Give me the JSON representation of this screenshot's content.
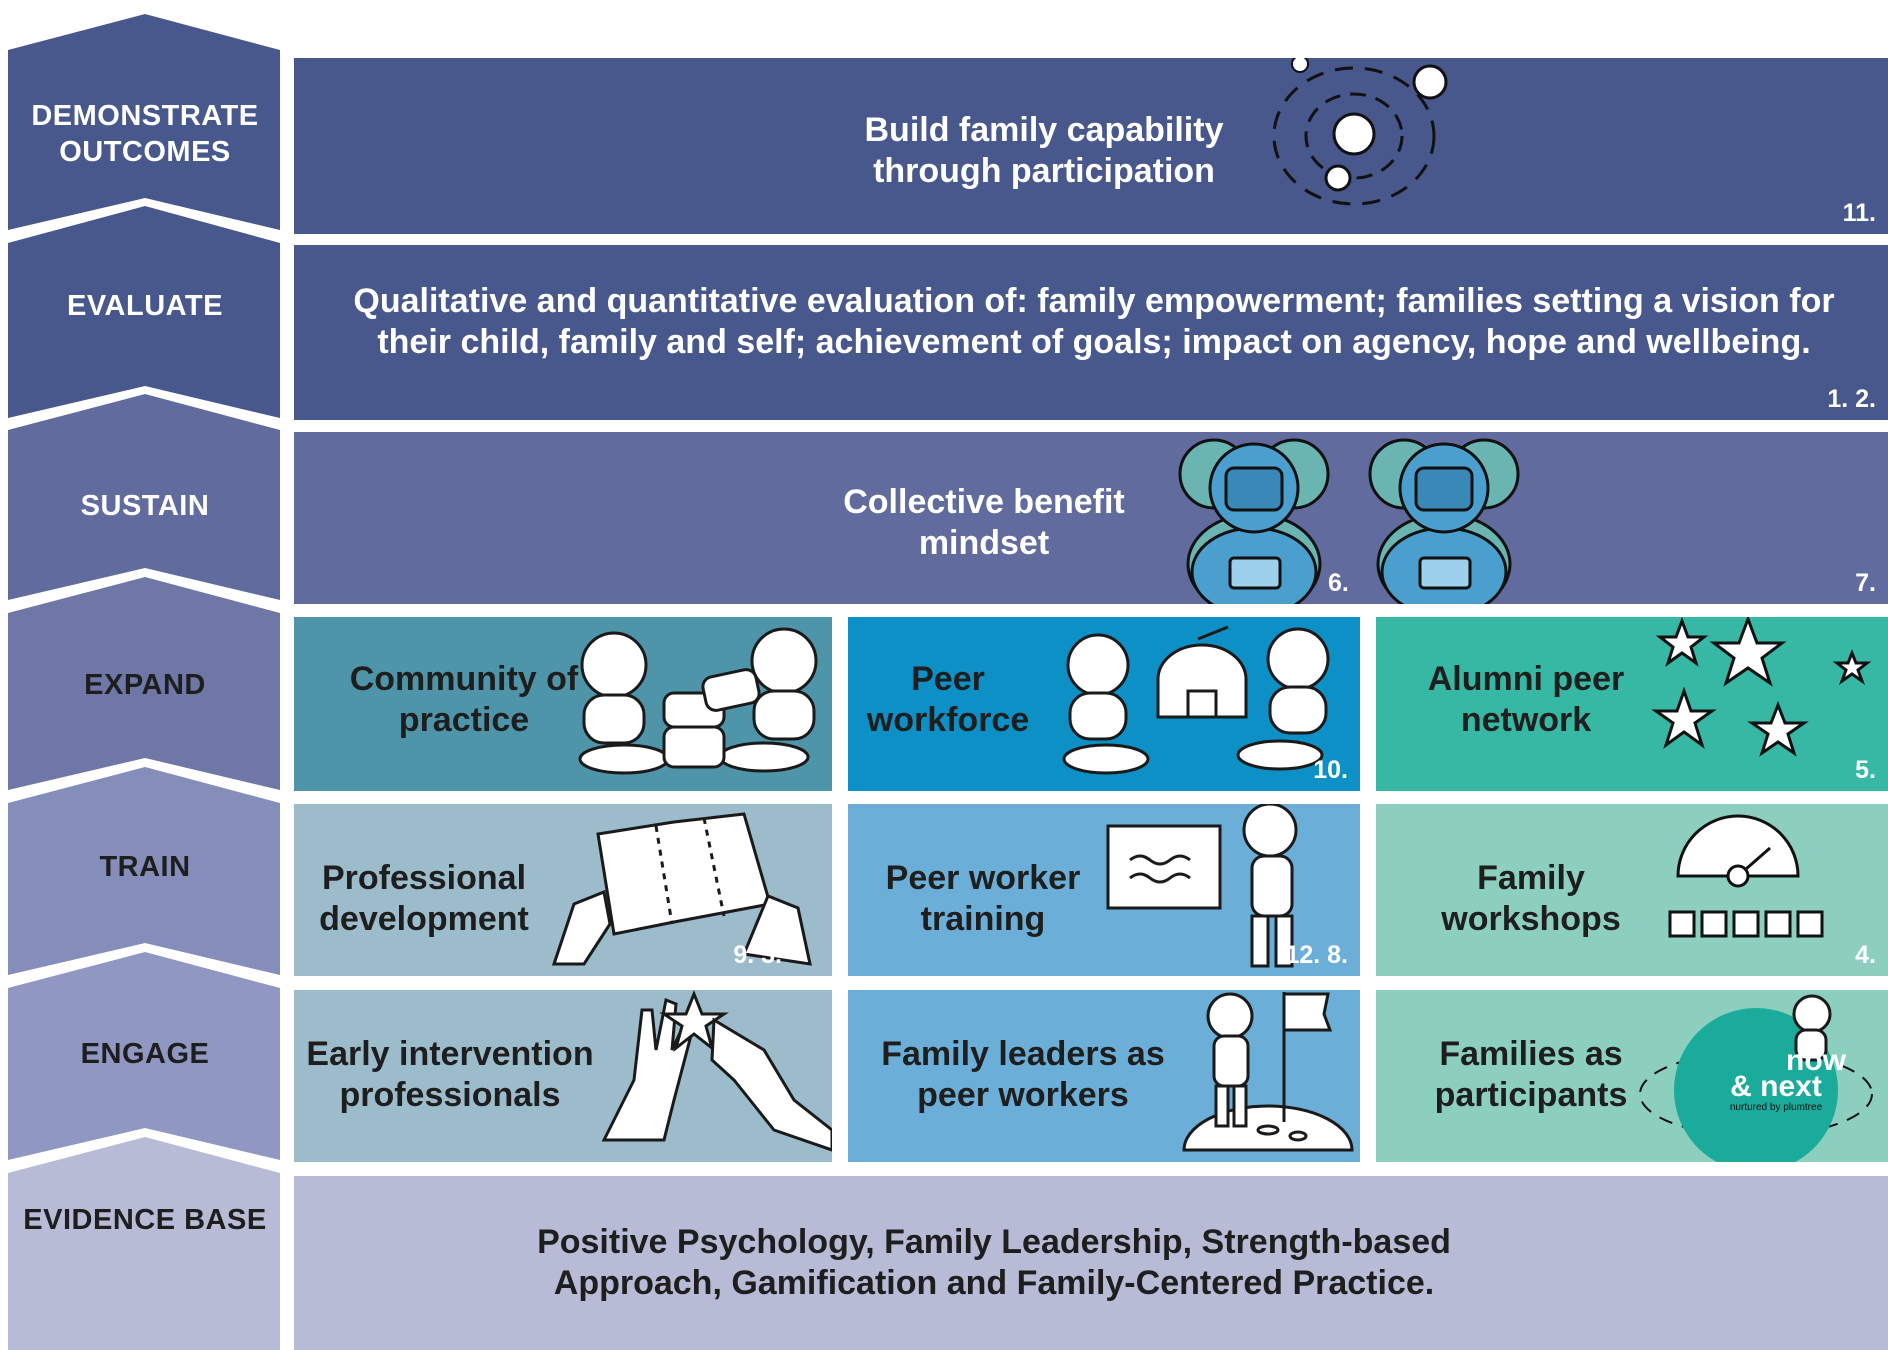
{
  "stages": [
    {
      "label": "DEMONSTRATE OUTCOMES",
      "color": "#48578c"
    },
    {
      "label": "EVALUATE",
      "color": "#48578c"
    },
    {
      "label": "SUSTAIN",
      "color": "#626b9e"
    },
    {
      "label": "EXPAND",
      "color": "#6e77a6"
    },
    {
      "label": "TRAIN",
      "color": "#858ebb"
    },
    {
      "label": "ENGAGE",
      "color": "#8f97c2"
    },
    {
      "label": "EVIDENCE BASE",
      "color": "#b7bbd6"
    }
  ],
  "rows": {
    "demonstrate": {
      "text": "Build family capability through participation",
      "ref": "11."
    },
    "evaluate": {
      "text": "Qualitative and quantitative evaluation of: family empowerment; families setting a vision for their child, family and self; achievement of goals; impact on agency, hope and wellbeing.",
      "ref": "1. 2."
    },
    "sustain": {
      "text": "Collective benefit mindset",
      "ref_a": "6.",
      "ref_b": "7."
    },
    "expand": [
      {
        "text": "Community of practice",
        "ref": ""
      },
      {
        "text": "Peer workforce",
        "ref": "10."
      },
      {
        "text": "Alumni peer network",
        "ref": "5."
      }
    ],
    "train": [
      {
        "text": "Professional development",
        "ref": "9. 3."
      },
      {
        "text": "Peer worker training",
        "ref": "12. 8."
      },
      {
        "text": "Family workshops",
        "ref": "4."
      }
    ],
    "engage": [
      {
        "text": "Early intervention professionals",
        "ref": ""
      },
      {
        "text": "Family leaders as peer workers",
        "ref": ""
      },
      {
        "text": "Families as participants",
        "ref": ""
      }
    ],
    "evidence": {
      "text": "Positive Psychology, Family Leadership, Strength-based Approach, Gamification and Family-Centered Practice."
    }
  },
  "logo": {
    "line1": "now",
    "line2": "& next",
    "tagline": "nurtured by plumtree"
  },
  "colors": {
    "dark_band": "#48578c",
    "sustain_band": "#626b9e",
    "expand_teal": "#4f95a9",
    "expand_blue": "#0c90c6",
    "expand_green": "#36b8a4",
    "train_grey": "#9cbccb",
    "train_blue": "#6bafd8",
    "train_mint": "#8ccfbf",
    "engage_grey": "#9cbccb",
    "engage_blue": "#6bafd8",
    "engage_mint": "#8ccfbf",
    "evidence_band": "#b7bbd6"
  }
}
